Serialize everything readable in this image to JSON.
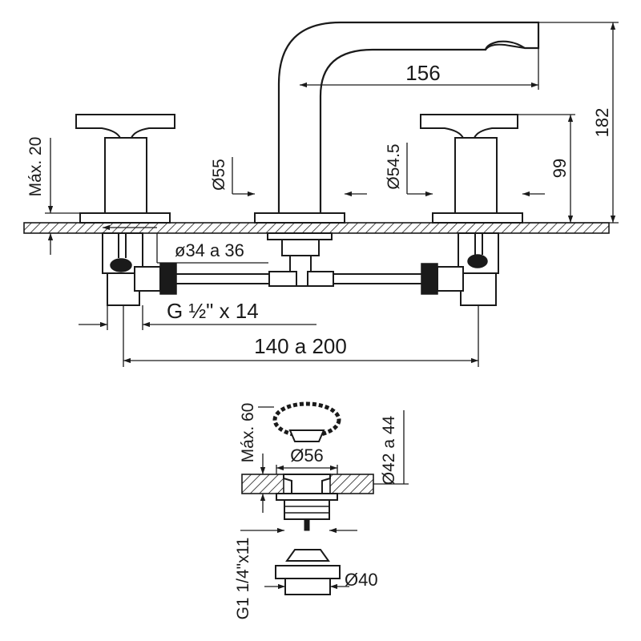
{
  "colors": {
    "stroke": "#1a1a1a",
    "background": "#ffffff"
  },
  "faucet": {
    "dims": {
      "max_height": "Máx. 20",
      "spout_reach": "156",
      "height_total": "182",
      "height_handle": "99",
      "spout_base_diameter": "Ø55",
      "handle_base_diameter": "Ø54.5",
      "hole_diameter": "ø34 a 36",
      "connection_thread": "G ½\" x 14",
      "center_spacing": "140 a 200"
    }
  },
  "drain": {
    "dims": {
      "max_height": "Máx. 60",
      "flange_diameter": "Ø56",
      "hole_diameter": "Ø42 a 44",
      "thread": "G1 1/4\"x11",
      "outlet_diameter": "Ø40"
    }
  }
}
